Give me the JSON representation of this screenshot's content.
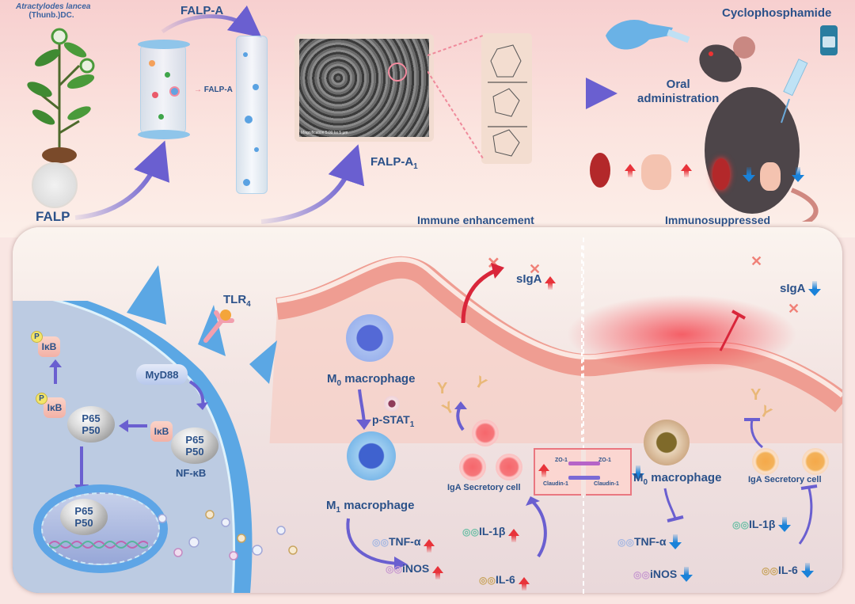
{
  "top": {
    "plant_label_line1": "Atractylodes lancea",
    "plant_label_line2": "(Thunb.)DC.",
    "falp_label": "FALP",
    "falp_a_title": "FALP-A",
    "falp_a_inline": "FALP-A",
    "falp_a1_label": "FALP-A",
    "falp_a1_subscript": "1",
    "sem_caption": "Magnification 5.00 kx   5 µm",
    "oral_line1": "Oral",
    "oral_line2": "administration",
    "drug_label": "Cyclophosphamide"
  },
  "sections": {
    "enhancement_label": "Immune enhancement",
    "suppressed_label": "Immunosuppressed"
  },
  "pathway": {
    "tlr": "TLR",
    "tlr_sub": "4",
    "myd88": "MyD88",
    "ikb": "IκB",
    "p_badge": "P",
    "p65": "P65",
    "p50": "P50",
    "nfkb": "NF-κB"
  },
  "enhancement": {
    "m0_label": "macrophage",
    "m0_prefix": "M",
    "m0_sub": "0",
    "pstat": "p-STAT",
    "pstat_sub": "1",
    "m1_prefix": "M",
    "m1_sub": "1",
    "m1_label": "macrophage",
    "iga_cell_label": "IgA Secretory cell",
    "siga_label": "sIgA",
    "siga_trend": "up",
    "cytokines": [
      {
        "name": "TNF-α",
        "trend": "up"
      },
      {
        "name": "IL-1β",
        "trend": "up"
      },
      {
        "name": "iNOS",
        "trend": "up"
      },
      {
        "name": "IL-6",
        "trend": "up"
      }
    ],
    "tight_junction": {
      "zo1": "ZO-1",
      "claudin": "Claudin-1",
      "trend": "up"
    }
  },
  "suppressed": {
    "m0_prefix": "M",
    "m0_sub": "0",
    "m0_label": "macrophage",
    "iga_cell_label": "IgA Secretory cell",
    "siga_label": "sIgA",
    "siga_trend": "down",
    "cytokines": [
      {
        "name": "TNF-α",
        "trend": "down"
      },
      {
        "name": "iNOS",
        "trend": "down"
      },
      {
        "name": "IL-1β",
        "trend": "down"
      },
      {
        "name": "IL-6",
        "trend": "down"
      }
    ],
    "tight_junction": {
      "zo1": "ZO-1",
      "claudin": "Claudin-1",
      "trend": "down"
    }
  },
  "colors": {
    "text_primary": "#2b5189",
    "arrow_up": "#e8333a",
    "arrow_down": "#1a82d9",
    "process_arrow": "#6a5fd0",
    "cell_membrane": "#4aa3e6"
  }
}
